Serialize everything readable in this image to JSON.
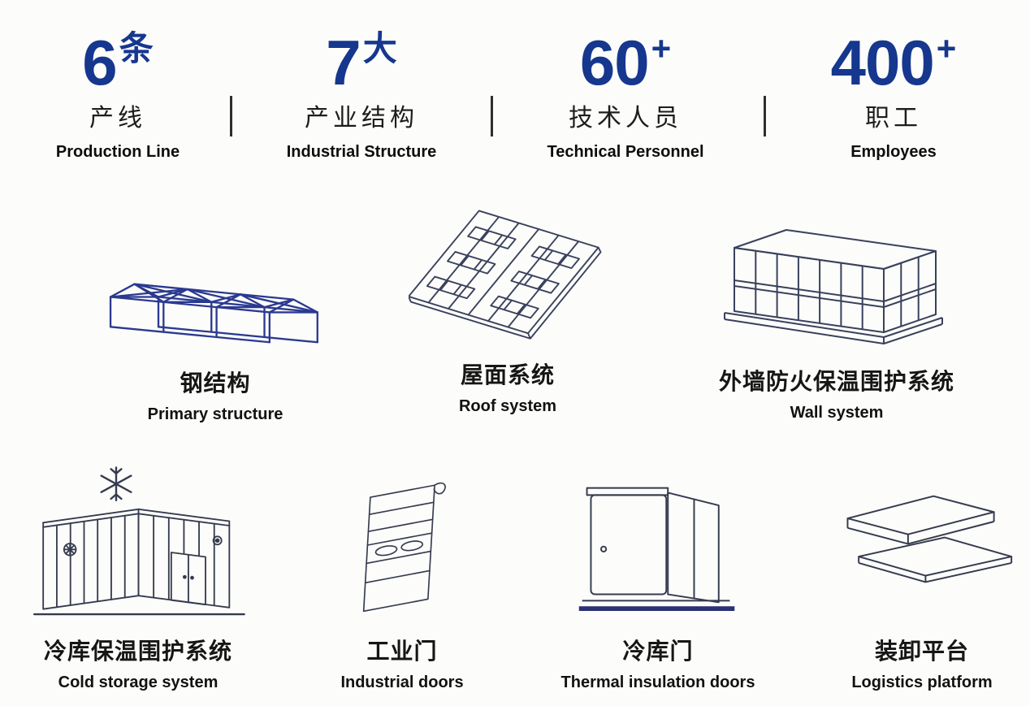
{
  "stats": [
    {
      "value": "6",
      "suffix": "条",
      "zh": "产线",
      "en": "Production Line"
    },
    {
      "value": "7",
      "suffix": "大",
      "zh": "产业结构",
      "en": "Industrial Structure"
    },
    {
      "value": "60",
      "suffix": "+",
      "zh": "技术人员",
      "en": "Technical Personnel"
    },
    {
      "value": "400",
      "suffix": "+",
      "zh": "职工",
      "en": "Employees"
    }
  ],
  "products": [
    {
      "zh": "钢结构",
      "en": "Primary structure",
      "icon": "steel-structure-icon"
    },
    {
      "zh": "屋面系统",
      "en": "Roof system",
      "icon": "roof-system-icon"
    },
    {
      "zh": "外墙防火保温围护系统",
      "en": "Wall system",
      "icon": "wall-system-icon"
    },
    {
      "zh": "冷库保温围护系统",
      "en": "Cold storage system",
      "icon": "cold-storage-icon"
    },
    {
      "zh": "工业门",
      "en": "Industrial doors",
      "icon": "industrial-door-icon"
    },
    {
      "zh": "冷库门",
      "en": "Thermal insulation doors",
      "icon": "insulation-door-icon"
    },
    {
      "zh": "装卸平台",
      "en": "Logistics platform",
      "icon": "dock-leveler-icon"
    }
  ],
  "colors": {
    "accent_blue": "#16378e",
    "steel_blue": "#2b3990",
    "line_dark": "#39415c",
    "baseline_navy": "#2b3273",
    "text_dark": "#141414",
    "background": "#fcfcfa"
  }
}
